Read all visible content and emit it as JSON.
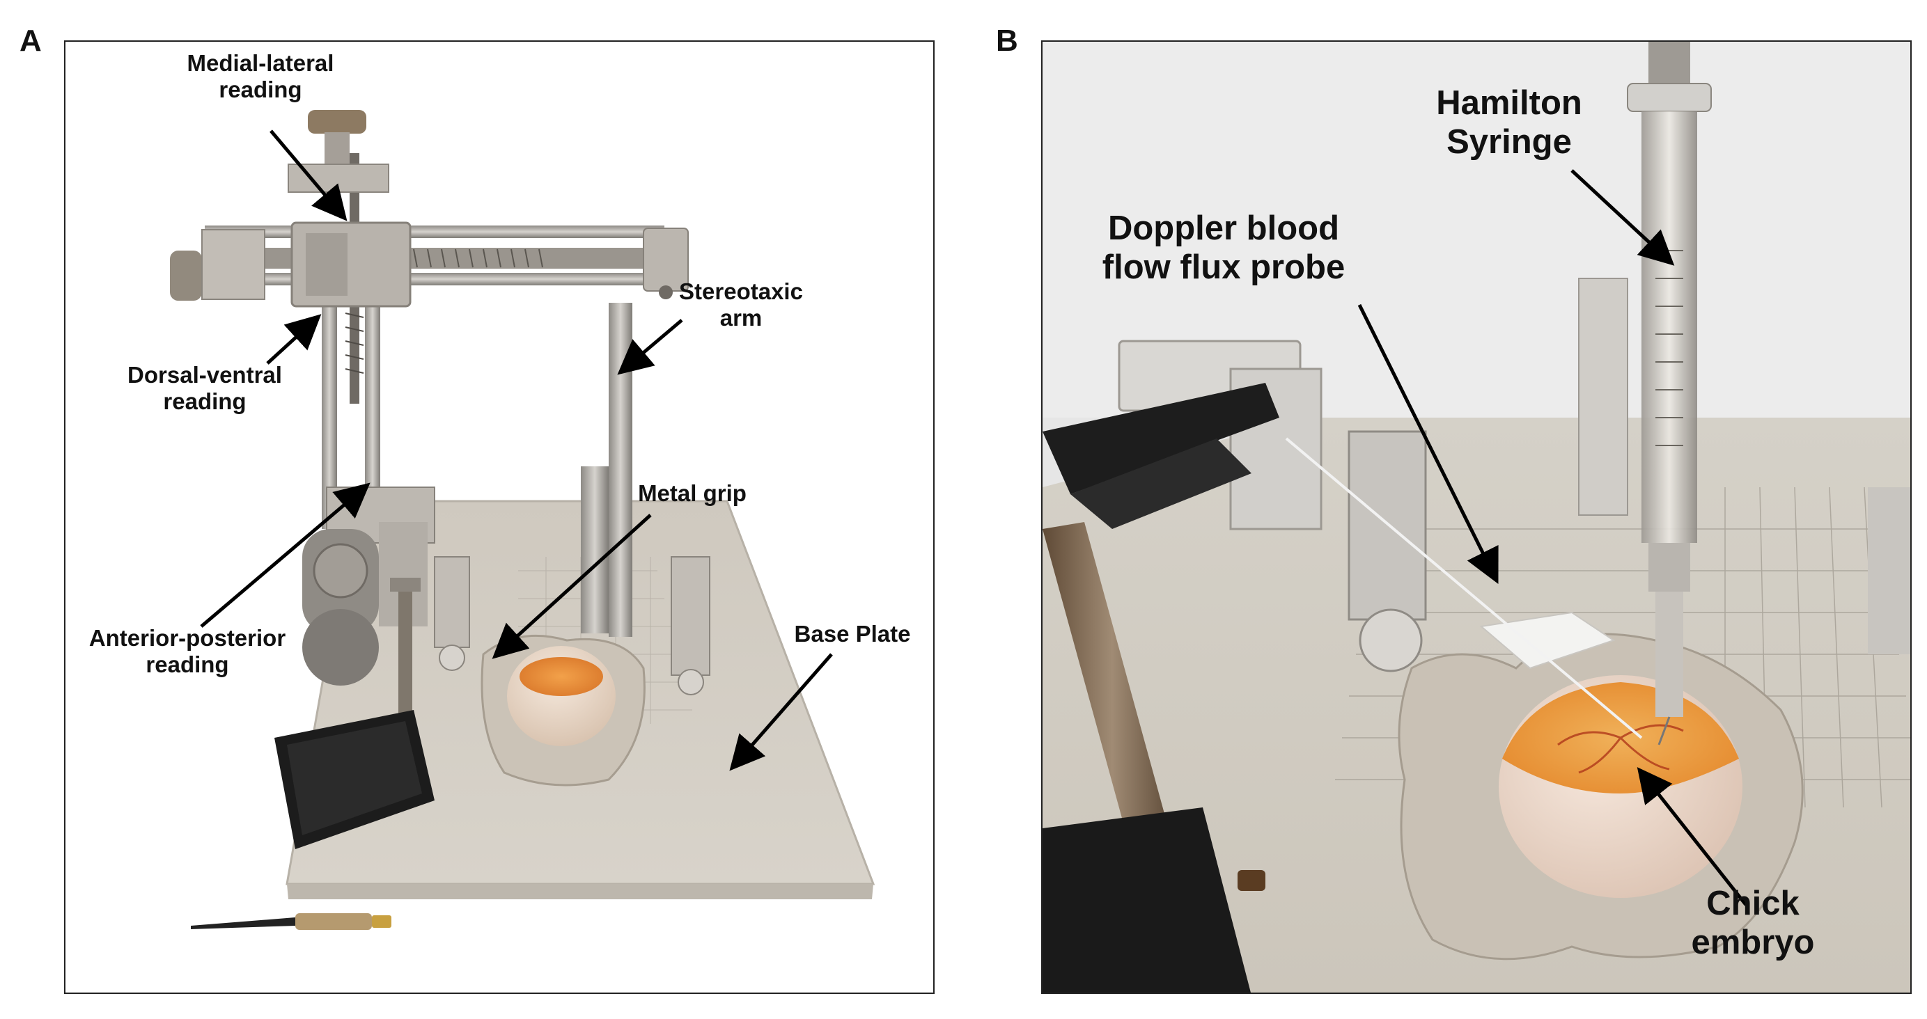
{
  "figure": {
    "panel_a": {
      "letter": "A",
      "labels": {
        "medial_lateral": [
          "Medial-lateral",
          "reading"
        ],
        "stereotaxic_arm": [
          "Stereotaxic",
          "arm"
        ],
        "dorsal_ventral": [
          "Dorsal-ventral",
          "reading"
        ],
        "metal_grip": [
          "Metal grip"
        ],
        "anterior_posterior": [
          "Anterior-posterior",
          "reading"
        ],
        "base_plate": [
          "Base Plate"
        ]
      }
    },
    "panel_b": {
      "letter": "B",
      "labels": {
        "hamilton_syringe": [
          "Hamilton",
          "Syringe"
        ],
        "doppler_probe": [
          "Doppler blood",
          "flow flux probe"
        ],
        "chick_embryo": [
          "Chick",
          "embryo"
        ]
      }
    }
  }
}
